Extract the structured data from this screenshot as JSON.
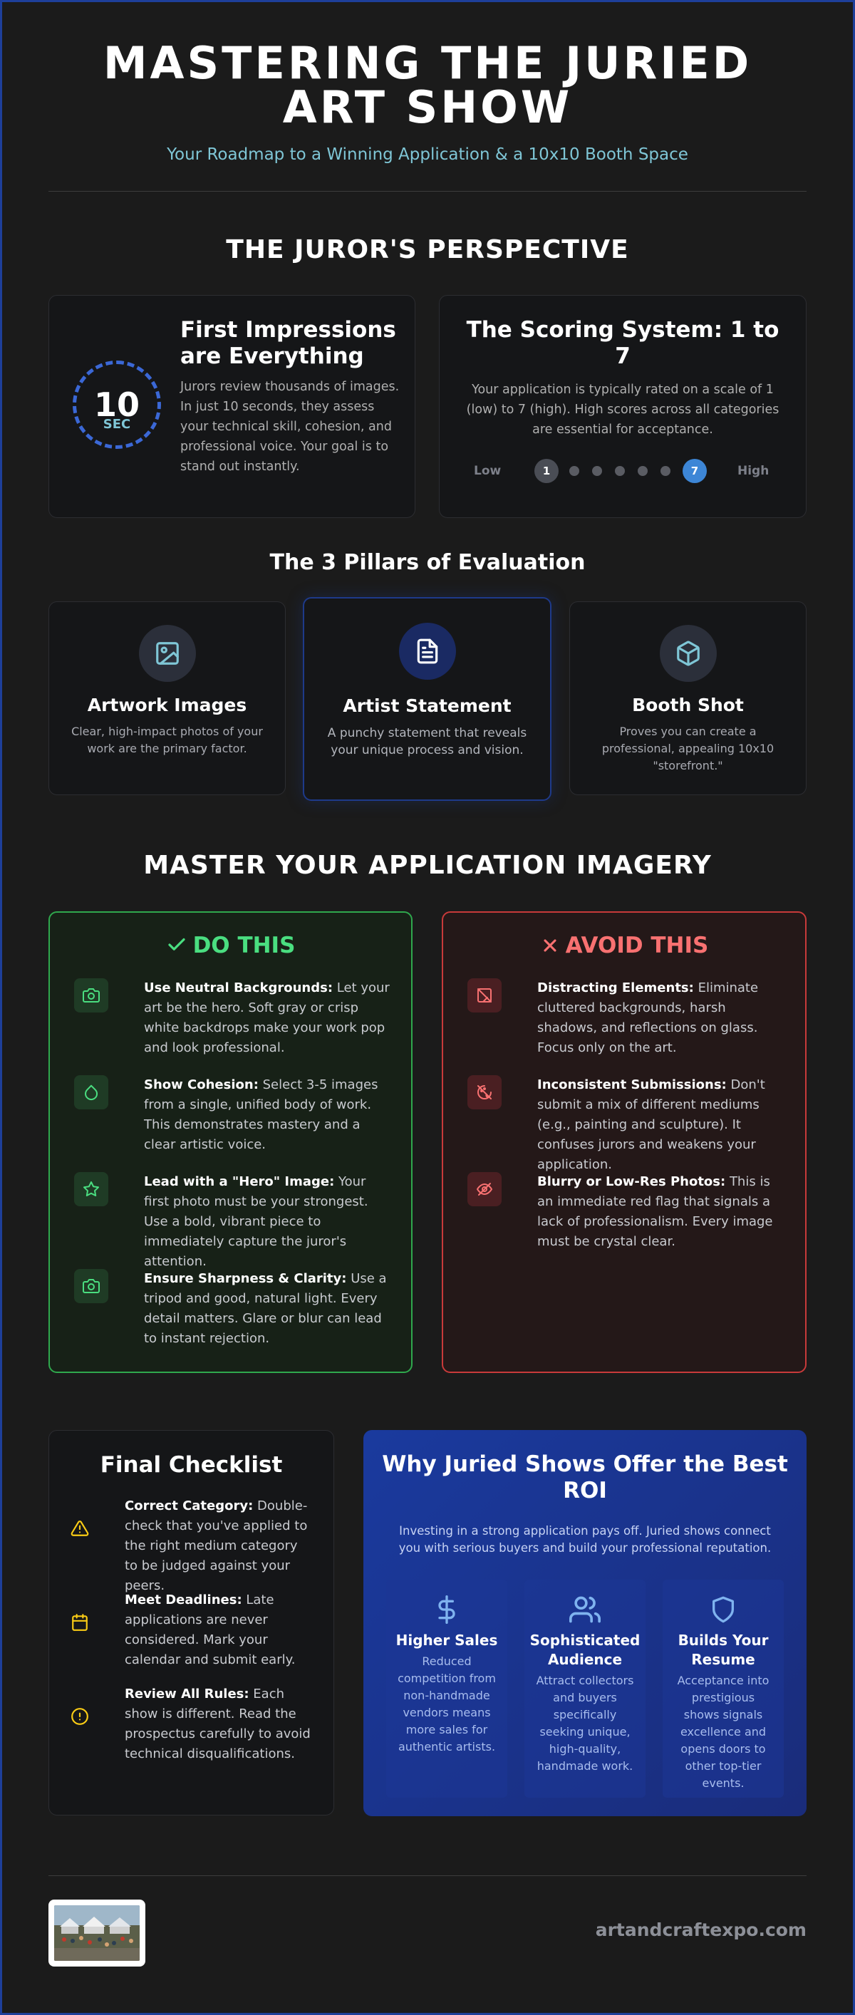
{
  "header": {
    "title": "MASTERING THE JURIED ART SHOW",
    "subtitle": "Your Roadmap to a Winning Application & a 10x10 Booth Space"
  },
  "juror": {
    "heading": "THE JUROR'S PERSPECTIVE",
    "timer": {
      "number": "10",
      "unit": "SEC"
    },
    "impressions": {
      "title": "First Impressions are Everything",
      "text": "Jurors review thousands of images. In just 10 seconds, they assess your technical skill, cohesion, and professional voice. Your goal is to stand out instantly."
    },
    "scoring": {
      "title": "The Scoring System: 1 to 7",
      "text": "Your application is typically rated on a scale of 1 (low) to 7 (high). High scores across all categories are essential for acceptance.",
      "low_label": "Low",
      "high_label": "High",
      "min": "1",
      "max": "7"
    }
  },
  "pillars": {
    "heading": "The 3 Pillars of Evaluation",
    "items": [
      {
        "icon": "image-icon",
        "title": "Artwork Images",
        "text": "Clear, high-impact photos of your work are the primary factor."
      },
      {
        "icon": "document-icon",
        "title": "Artist Statement",
        "text": "A punchy statement that reveals your unique process and vision."
      },
      {
        "icon": "cube-icon",
        "title": "Booth Shot",
        "text": "Proves you can create a professional, appealing 10x10 \"storefront.\""
      }
    ]
  },
  "imagery": {
    "heading": "MASTER YOUR APPLICATION IMAGERY",
    "do": {
      "title": "DO THIS",
      "items": [
        {
          "icon": "camera-icon",
          "bold": "Use Neutral Backgrounds:",
          "text": " Let your art be the hero. Soft gray or crisp white backdrops make your work pop and look professional."
        },
        {
          "icon": "droplet-icon",
          "bold": "Show Cohesion:",
          "text": " Select 3-5 images from a single, unified body of work. This demonstrates mastery and a clear artistic voice."
        },
        {
          "icon": "star-icon",
          "bold": "Lead with a \"Hero\" Image:",
          "text": " Your first photo must be your strongest. Use a bold, vibrant piece to immediately capture the juror's attention."
        },
        {
          "icon": "camera-icon",
          "bold": "Ensure Sharpness & Clarity:",
          "text": " Use a tripod and good, natural light. Every detail matters. Glare or blur can lead to instant rejection."
        }
      ]
    },
    "avoid": {
      "title": "AVOID THIS",
      "items": [
        {
          "icon": "no-image-icon",
          "bold": "Distracting Elements:",
          "text": " Eliminate cluttered backgrounds, harsh shadows, and reflections on glass. Focus only on the art."
        },
        {
          "icon": "palette-off-icon",
          "bold": "Inconsistent Submissions:",
          "text": " Don't submit a mix of different mediums (e.g., painting and sculpture). It confuses jurors and weakens your application."
        },
        {
          "icon": "eye-off-icon",
          "bold": "Blurry or Low-Res Photos:",
          "text": " This is an immediate red flag that signals a lack of professionalism. Every image must be crystal clear."
        }
      ]
    }
  },
  "checklist": {
    "title": "Final Checklist",
    "items": [
      {
        "icon": "warning-icon",
        "bold": "Correct Category:",
        "text": " Double-check that you've applied to the right medium category to be judged against your peers."
      },
      {
        "icon": "calendar-icon",
        "bold": "Meet Deadlines:",
        "text": " Late applications are never considered. Mark your calendar and submit early."
      },
      {
        "icon": "alert-circle-icon",
        "bold": "Review All Rules:",
        "text": " Each show is different. Read the prospectus carefully to avoid technical disqualifications."
      }
    ]
  },
  "roi": {
    "title": "Why Juried Shows Offer the Best ROI",
    "text": "Investing in a strong application pays off. Juried shows connect you with serious buyers and build your professional reputation.",
    "cards": [
      {
        "icon": "dollar-icon",
        "title": "Higher Sales",
        "text": "Reduced competition from non-handmade vendors means more sales for authentic artists."
      },
      {
        "icon": "users-icon",
        "title": "Sophisticated Audience",
        "text": "Attract collectors and buyers specifically seeking unique, high-quality, handmade work."
      },
      {
        "icon": "shield-icon",
        "title": "Builds Your Resume",
        "text": "Acceptance into prestigious shows signals excellence and opens doors to other top-tier events."
      }
    ]
  },
  "footer": {
    "site": "artandcraftexpo.com"
  },
  "colors": {
    "background": "#1b1b1b",
    "accent_blue": "#3b68d6",
    "accent_teal": "#7fc6d6",
    "do_green": "#4ade80",
    "avoid_red": "#f87171",
    "warning_yellow": "#facc15"
  }
}
